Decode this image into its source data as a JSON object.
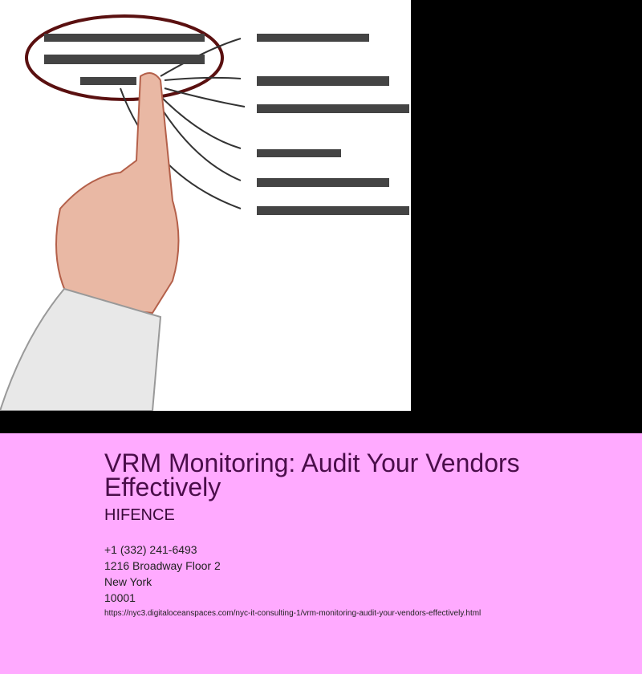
{
  "article": {
    "title": "VRM Monitoring: Audit Your Vendors Effectively",
    "company": "HIFENCE",
    "phone": "+1 (332) 241-6493",
    "address": "1216 Broadway Floor 2",
    "city": "New York",
    "zip": "10001",
    "url": "https://nyc3.digitaloceanspaces.com/nyc-it-consulting-1/vrm-monitoring-audit-your-vendors-effectively.html"
  },
  "colors": {
    "background": "#ffaaff",
    "title": "#4a0d4a"
  }
}
